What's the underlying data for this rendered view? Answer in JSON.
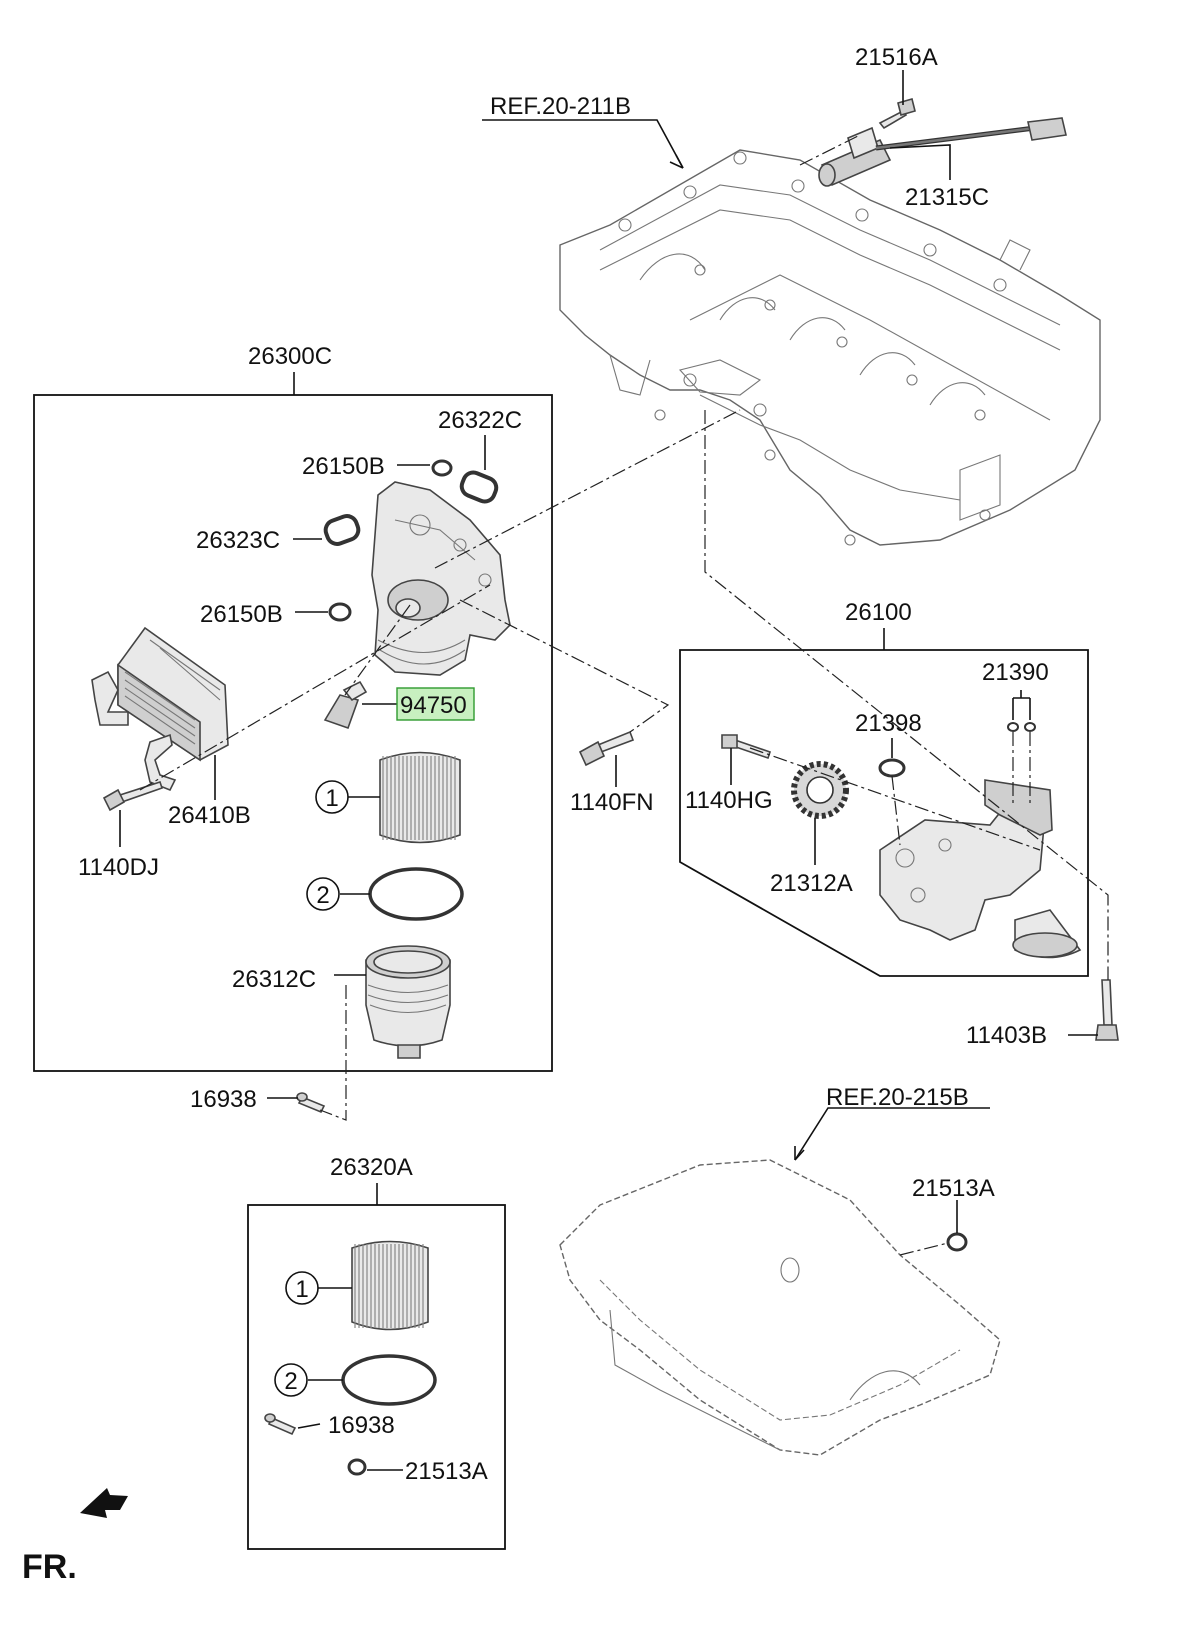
{
  "labels": {
    "p21516A": "21516A",
    "ref211B": "REF.20-211B",
    "p21315C": "21315C",
    "p26300C": "26300C",
    "p26322C": "26322C",
    "p26150B_top": "26150B",
    "p26323C": "26323C",
    "p26150B_mid": "26150B",
    "p94750": "94750",
    "p26410B": "26410B",
    "p1140DJ": "1140DJ",
    "p1140FN": "1140FN",
    "p26100": "26100",
    "p21390": "21390",
    "p21398": "21398",
    "p1140HG": "1140HG",
    "p21312A": "21312A",
    "p11403B": "11403B",
    "p26312C": "26312C",
    "p16938_top": "16938",
    "ref215B": "REF.20-215B",
    "p26320A": "26320A",
    "p21513A_right": "21513A",
    "p16938_bottom": "16938",
    "p21513A_bottom": "21513A",
    "fr": "FR."
  },
  "callouts": {
    "c1_top": "1",
    "c2_top": "2",
    "c1_bottom": "1",
    "c2_bottom": "2"
  },
  "colors": {
    "highlight_fill": "#c8f0c0",
    "highlight_stroke": "#2f9a2f",
    "line": "#111111"
  }
}
